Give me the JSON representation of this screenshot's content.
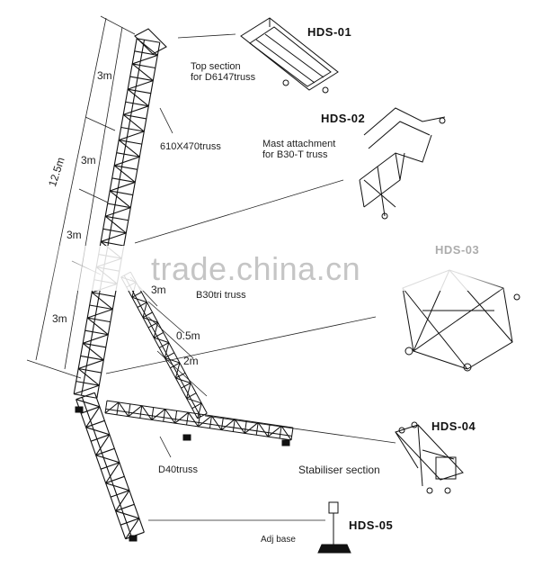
{
  "diagram": {
    "dimensions": {
      "total_height": "12.5m",
      "seg1": "3m",
      "seg2": "3m",
      "seg3": "3m",
      "seg4": "3m",
      "stab_offset": "0.5m",
      "stab_length": "2m",
      "stab_top": "3m"
    },
    "labels": {
      "mast_truss": "610X470truss",
      "tri_truss": "B30tri truss",
      "base_truss": "D40truss",
      "stabiliser": "Stabiliser section",
      "adj_base": "Adj base"
    },
    "parts": [
      {
        "code": "HDS-01",
        "desc1": "Top section",
        "desc2": "for D6147truss"
      },
      {
        "code": "HDS-02",
        "desc1": "Mast attachment",
        "desc2": "for B30-T truss"
      },
      {
        "code": "HDS-03",
        "desc1": "",
        "desc2": ""
      },
      {
        "code": "HDS-04",
        "desc1": "",
        "desc2": ""
      },
      {
        "code": "HDS-05",
        "desc1": "",
        "desc2": ""
      }
    ],
    "watermark": "trade.china.cn",
    "colors": {
      "line": "#111111",
      "watermark": "#9a9a9a"
    }
  }
}
